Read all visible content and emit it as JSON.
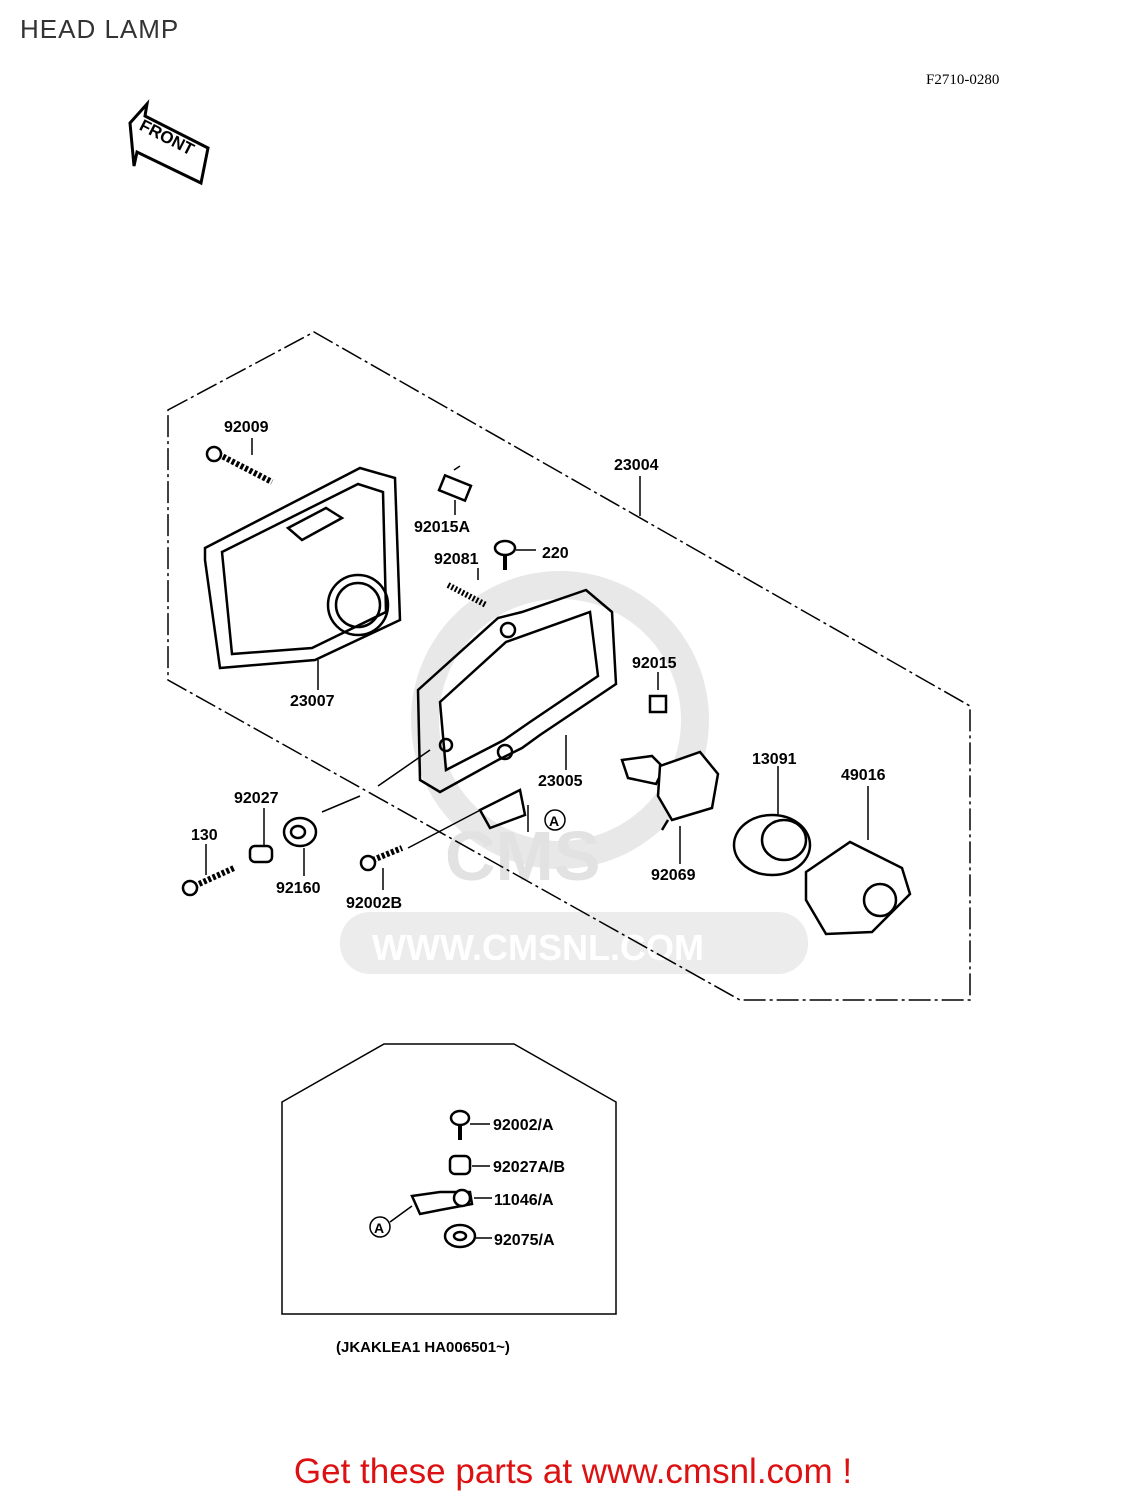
{
  "header": {
    "title": "HEAD LAMP",
    "figure_code": "F2710-0280"
  },
  "front_arrow": {
    "label": "FRONT"
  },
  "watermark": {
    "brand": "CMS",
    "url": "WWW.CMSNL.COM"
  },
  "parts": [
    {
      "id": "p1",
      "number": "92009"
    },
    {
      "id": "p2",
      "number": "23004"
    },
    {
      "id": "p3",
      "number": "92015A"
    },
    {
      "id": "p4",
      "number": "92081"
    },
    {
      "id": "p5",
      "number": "220"
    },
    {
      "id": "p6",
      "number": "92015"
    },
    {
      "id": "p7",
      "number": "23007"
    },
    {
      "id": "p8",
      "number": "23005"
    },
    {
      "id": "p9",
      "number": "13091"
    },
    {
      "id": "p10",
      "number": "49016"
    },
    {
      "id": "p11",
      "number": "92027"
    },
    {
      "id": "p12",
      "number": "130"
    },
    {
      "id": "p13",
      "number": "92160"
    },
    {
      "id": "p14",
      "number": "92002B"
    },
    {
      "id": "p15",
      "number": "92069"
    }
  ],
  "ref_marker": "A",
  "inset": {
    "parts": [
      {
        "number": "92002/A"
      },
      {
        "number": "92027A/B"
      },
      {
        "number": "11046/A"
      },
      {
        "number": "92075/A"
      }
    ],
    "frame_note": "(JKAKLEA1 HA006501~)"
  },
  "footer": {
    "text": "Get these parts at www.cmsnl.com !"
  },
  "colors": {
    "ink": "#000000",
    "footer": "#dd1111",
    "watermark": "#e2e2e2",
    "title": "#333333"
  }
}
